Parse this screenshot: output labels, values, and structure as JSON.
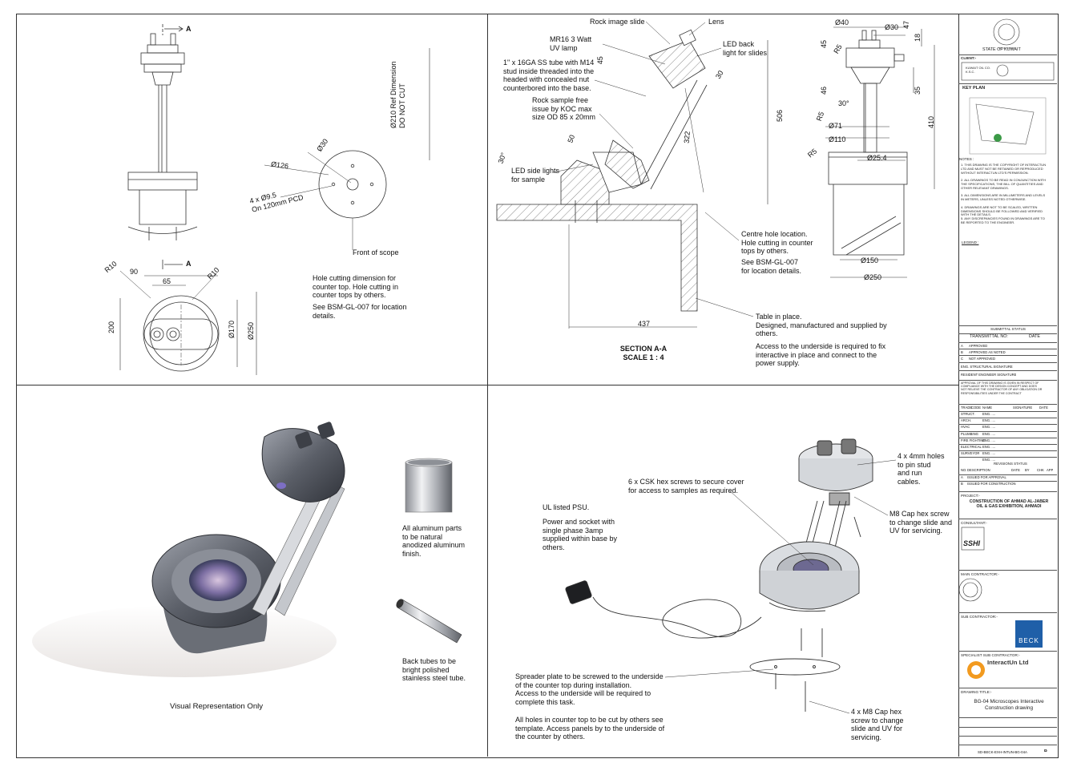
{
  "views": {
    "top_left": {
      "section_mark_top": "A",
      "section_mark_bottom": "A",
      "ref_dimension": "Ø210 Ref Dimension\nDO NOT CUT",
      "r10_left": "R10",
      "r10_right": "R10",
      "dim_90": "90",
      "dim_65": "65",
      "dim_200": "200",
      "dim_170": "Ø170",
      "dim_250": "Ø250"
    },
    "hole_plan": {
      "dim_30": "Ø30",
      "dim_126": "Ø126",
      "holes": "4 x Ø9.5\nOn 120mm PCD",
      "front_label": "Front of scope",
      "note_1": "Hole cutting dimension for\ncounter top. Hole cutting in\ncounter tops by others.",
      "note_2": "See BSM-GL-007 for location\ndetails."
    },
    "section": {
      "rock_slide": "Rock image slide",
      "lens": "Lens",
      "uv_lamp": "MR16 3 Watt\nUV lamp",
      "led_back": "LED back\nlight for slides",
      "tube": "1\" x 16GA SS tube with M14\nstud inside threaded into the\nheaded with concealed nut\ncounterbored into the base.",
      "rock_sample": "Rock sample free\nissue by KOC max\nsize OD 85 x 20mm",
      "led_side": "LED side lights\nfor sample",
      "dim_45": "45",
      "dim_30": "30",
      "dim_50": "50",
      "dim_322": "322",
      "dim_506": "506",
      "dim_30deg": "30°",
      "dim_437": "437",
      "centre_hole": "Centre hole location.\nHole cutting in counter\ntops by others.",
      "see_ref": "See BSM-GL-007\nfor location details.",
      "table_note": "Table in place.\nDesigned, manufactured and supplied by\nothers.",
      "underside_note": "Access to the underside is required to fix\ninteractive in place and connect to the\npower supply.",
      "title": "SECTION A-A\nSCALE 1 : 4"
    },
    "side": {
      "dim_40": "Ø40",
      "dim_30": "Ø30",
      "dim_47": "47",
      "dim_18": "18",
      "dim_45": "45",
      "r5a": "R5",
      "r5b": "R5",
      "r5c": "R5",
      "dim_46": "46",
      "dim_30deg": "30°",
      "dim_35": "35",
      "dim_410": "410",
      "dim_71": "Ø71",
      "dim_110": "Ø110",
      "dim_25": "Ø25.4",
      "dim_150": "Ø150",
      "dim_250": "Ø250"
    },
    "render": {
      "caption": "Visual Representation Only",
      "aluminium": "All aluminum parts\nto be natural\nanodized aluminum\nfinish.",
      "back_tubes": "Back tubes to be\nbright polished\nstainless steel tube."
    },
    "exploded": {
      "psu_1": "UL listed PSU.",
      "psu_2": "Power and socket with\nsingle phase 3amp\nsupplied within base by\nothers.",
      "csk": "6 x CSK hex screws to secure cover\nfor access to samples as required.",
      "holes": "4 x 4mm holes\nto pin stud\nand run\ncables.",
      "m8_top": "M8 Cap hex screw\nto change slide and\nUV for servicing.",
      "spreader": "Spreader plate to be screwed to the underside\nof the counter top during installation.\nAccess to the underside will be required to\ncomplete this task.",
      "holes_note": "All holes in counter top to be cut by others see\ntemplate. Access panels by to the underside of\nthe counter by others.",
      "m8_bottom": "4 x M8 Cap hex\nscrew to change\nslide and UV for\nservicing."
    }
  },
  "title_block": {
    "state": "STATE OF KUWAIT",
    "client_label": "CLIENT:-",
    "client_name": "KUWAIT OIL CO.\nK.S.C.",
    "key_plan": "KEY PLAN",
    "notes_label": "NOTES :",
    "notes": "1. THIS DRAWING IS THE COPYRIGHT OF INTERACTUN\n   LTD AND MUST NOT BE RETAINED OR REPRODUCED\n   WITHOUT INTERACTUN LTD'S PERMISSION.\n\n2. ALL DRAWINGS TO BE READ IN CONJUNCTION WITH\n   THE SPECIFICATIONS, THE BILL OF QUANTITIES AND\n   OTHER RELEVANT DRAWINGS.\n\n3. ALL DIMENSIONS ARE IN MILLIMETERS AND LEVELS\n   IN METERS, UNLESS NOTED OTHERWISE.\n\n4. DRAWINGS ARE NOT TO BE SCALED, WRITTEN\n   DIMENSIONS SHOULD BE FOLLOWED AND VERIFIED\n   WITH THE DETAILS.\n5. ANY DISCREPANCIES FOUND IN DRAWINGS ARE TO\n   BE REPORTED TO THE ENGINEER.",
    "legend": "LEGEND :",
    "submittal": "SUBMITTAL STATUS",
    "transmittal": "TRANSMITTAL NO:",
    "date": "DATE",
    "status": [
      {
        "code": "A",
        "text": "APPROVED"
      },
      {
        "code": "B",
        "text": "APPROVED AS NOTED"
      },
      {
        "code": "C",
        "text": "NOT APPROVED"
      }
    ],
    "eng_sig": "ENG. STRUCTURAL SIGNATURE",
    "res_sig": "RESIDENT ENGINEER SIGNATURE",
    "approval_note": "APPROVAL OF THIS DRAWING IS GIVEN IN RESPECT OF\nCOMPLIANCE WITH THE DESIGN CONCEPT AND DOES\nNOT RELIEVE THE CONTRACTOR OF ANY OBLIGATION OR\nRESPONSIBILITIES UNDER THE CONTRACT",
    "trades": [
      {
        "trade": "STRUCT.",
        "code": "",
        "name": "ENG. ....",
        "sig": "",
        "date": ""
      },
      {
        "trade": "ARCH.",
        "code": "",
        "name": "ENG. ....",
        "sig": "",
        "date": ""
      },
      {
        "trade": "HVAC",
        "code": "",
        "name": "ENG. ....",
        "sig": "",
        "date": ""
      },
      {
        "trade": "PLUMBING",
        "code": "",
        "name": "ENG. ....",
        "sig": "",
        "date": ""
      },
      {
        "trade": "FIRE FIGHTING",
        "code": "",
        "name": "ENG. ....",
        "sig": "",
        "date": ""
      },
      {
        "trade": "ELECTRICAL",
        "code": "",
        "name": "ENG. ....",
        "sig": "",
        "date": ""
      },
      {
        "trade": "SURVEYOR",
        "code": "",
        "name": "ENG. ....",
        "sig": "",
        "date": ""
      },
      {
        "trade": "",
        "code": "",
        "name": "ENG. ....",
        "sig": "",
        "date": ""
      }
    ],
    "trade_head": [
      "TRADE",
      "CODE",
      "NAME",
      "SIGNATURE",
      "DATE"
    ],
    "revisions_label": "REVISIONS STATUS",
    "rev_head": [
      "NO.",
      "DESCRIPTION",
      "DATE",
      "BY",
      "CHK",
      "APP"
    ],
    "revisions": [
      {
        "no": "A",
        "desc": "ISSUED FOR APPROVAL",
        "date": "",
        "by": "",
        "chk": "",
        "app": ""
      },
      {
        "no": "B",
        "desc": "ISSUED FOR CONSTRUCTION",
        "date": "",
        "by": "",
        "chk": "",
        "app": ""
      }
    ],
    "project_label": "PROJECT:-",
    "project": "CONSTRUCTION OF AHMAD AL-JABER\nOIL & GAS EXHIBITION, AHMADI",
    "consultant_label": "CONSULTANT:-",
    "consultant_logo": "SSHI",
    "main_contractor_label": "MAIN CONTRACTOR:-",
    "sub_contractor_label": "SUB CONTRACTOR:-",
    "beck": "BECK",
    "specialist_label": "SPECIALIST SUB CONTRACTOR:-",
    "interactun": "InteractUn Ltd",
    "drawing_title_label": "DRAWING TITLE:-",
    "drawing_title": "BG-04 Microscopes Interactive\nConstruction drawing",
    "drawing_no": "SD-BECK-EXH-INTUN-BG-04A",
    "revision": "B"
  },
  "colors": {
    "line": "#333333",
    "hatch": "#555555",
    "metal_dark": "#4a4d55",
    "metal_light": "#c9ccd2",
    "beck_blue": "#1f5fa8",
    "interactun_orange": "#f29a1f"
  }
}
